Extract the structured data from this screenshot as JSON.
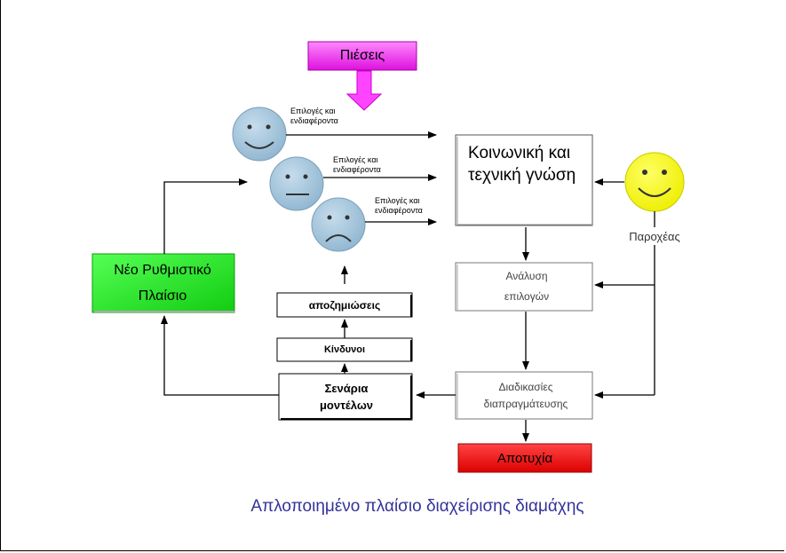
{
  "diagram": {
    "pressures": "Πιέσεις",
    "face_labels": [
      "Επιλογές και ενδιαφέροντα",
      "Επιλογές και ενδιαφέροντα",
      "Επιλογές και ενδιαφέροντα"
    ],
    "knowledge_box": "Κοινωνική και τεχνική γνώση",
    "provider": "Παροχέας",
    "analysis_box": "Ανάλυση επιλογών",
    "negotiation_box": "Διαδικασίες διαπραγμάτευσης",
    "failure": "Αποτυχία",
    "new_framework": "Νέο Ρυθμιστικό Πλαίσιο",
    "compensation": "αποζημιώσεις",
    "risks": "Κίνδυνοι",
    "scenarios": "Σενάρια μοντέλων",
    "caption": "Απλοποιημένο πλαίσιο διαχείρισης διαμάχης"
  },
  "colors": {
    "pressures_fill": "#ff33ff",
    "face_blue": "#a9cbe0",
    "face_yellow": "#ffff00",
    "new_framework_fill": "#22ee22",
    "failure_fill": "#ff1111",
    "caption_color": "#333399",
    "arrow_magenta": "#ff44ff"
  }
}
